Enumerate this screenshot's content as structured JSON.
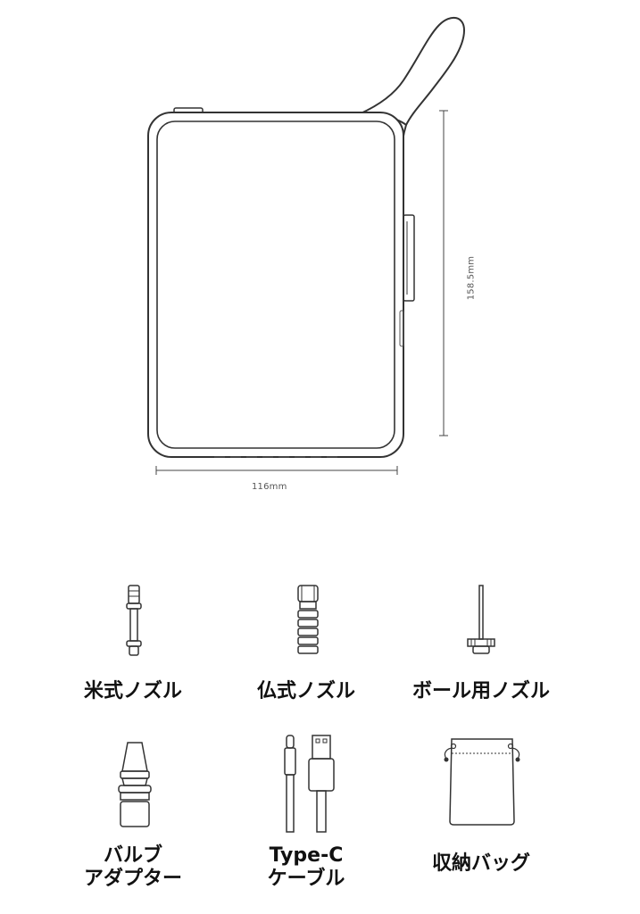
{
  "dimensions": {
    "width": "116mm",
    "height": "158.5mm"
  },
  "accessories": [
    {
      "name": "米式ノズル"
    },
    {
      "name": "仏式ノズル"
    },
    {
      "name": "ボール用ノズル"
    },
    {
      "line1": "バルブ",
      "line2": "アダプター"
    },
    {
      "line1": "Type-C",
      "line2": "ケーブル"
    },
    {
      "name": "収納バッグ"
    }
  ]
}
